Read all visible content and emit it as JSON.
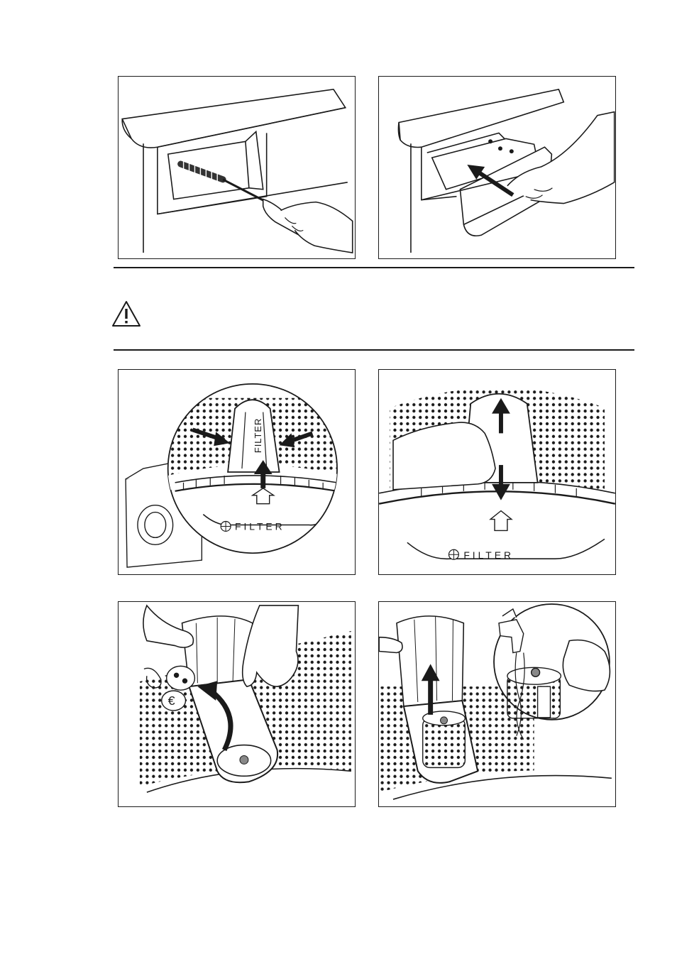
{
  "labels": {
    "filter_panel": "FILTER",
    "filter_panel_2": "FILTER",
    "filter_handle": "FILTER",
    "coin_symbol": "€"
  },
  "icons": {
    "warning": "warning-triangle-icon"
  }
}
